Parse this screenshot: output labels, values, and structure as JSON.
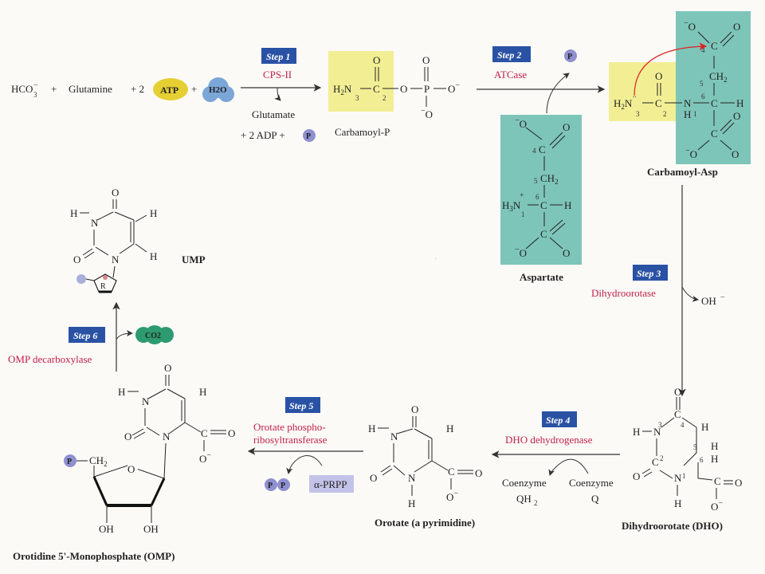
{
  "steps": [
    {
      "label": "Step 1",
      "enzyme": "CPS-II"
    },
    {
      "label": "Step 2",
      "enzyme": "ATCase"
    },
    {
      "label": "Step 3",
      "enzyme": "Dihydroorotase"
    },
    {
      "label": "Step 4",
      "enzyme": "DHO dehydrogenase"
    },
    {
      "label": "Step 5",
      "enzyme_line1": "Orotate phospho-",
      "enzyme_line2": "ribosyltransferase"
    },
    {
      "label": "Step 6",
      "enzyme": "OMP decarboxylase"
    }
  ],
  "step1": {
    "substrate_1": "HCO",
    "plus_1": "+",
    "substrate_2": "Glutamine",
    "plus_2": "+ 2",
    "atp": "ATP",
    "plus_3": "+",
    "water": "H2O",
    "product_glutamate": "Glutamate",
    "product_adp": "+ 2 ADP +",
    "phosphate": "P"
  },
  "molecules": {
    "carbamoyl_p": "Carbamoyl-P",
    "aspartate": "Aspartate",
    "carbamoyl_asp": "Carbamoyl-Asp",
    "dho": "Dihydroorotate (DHO)",
    "orotate": "Orotate (a pyrimidine)",
    "omp": "Orotidine 5'-Monophosphate (OMP)",
    "ump": "UMP"
  },
  "side_products": {
    "step2_phosphate": "P",
    "step3_hydroxide": "OH",
    "coenzyme_q": "Coenzyme",
    "coenzyme_q_sub": "Q",
    "coenzyme_qh2": "Coenzyme",
    "coenzyme_qh2_sub": "QH",
    "prpp": "α-PRPP",
    "ppi_1": "P",
    "ppi_2": "P",
    "co2": "CO2"
  },
  "colors": {
    "step_box": "#2a52a4",
    "enzyme_text": "#c0204a",
    "carbamoyl_highlight": "#f2ee94",
    "aspartate_highlight": "#7ec5b9",
    "atp_bubble": "#e5cf33",
    "water_bubble": "#7ba6d8",
    "phosphate_bubble": "#8f90d0",
    "co2_bubble": "#2d9b6f",
    "prpp_box": "#c3c2e8"
  }
}
